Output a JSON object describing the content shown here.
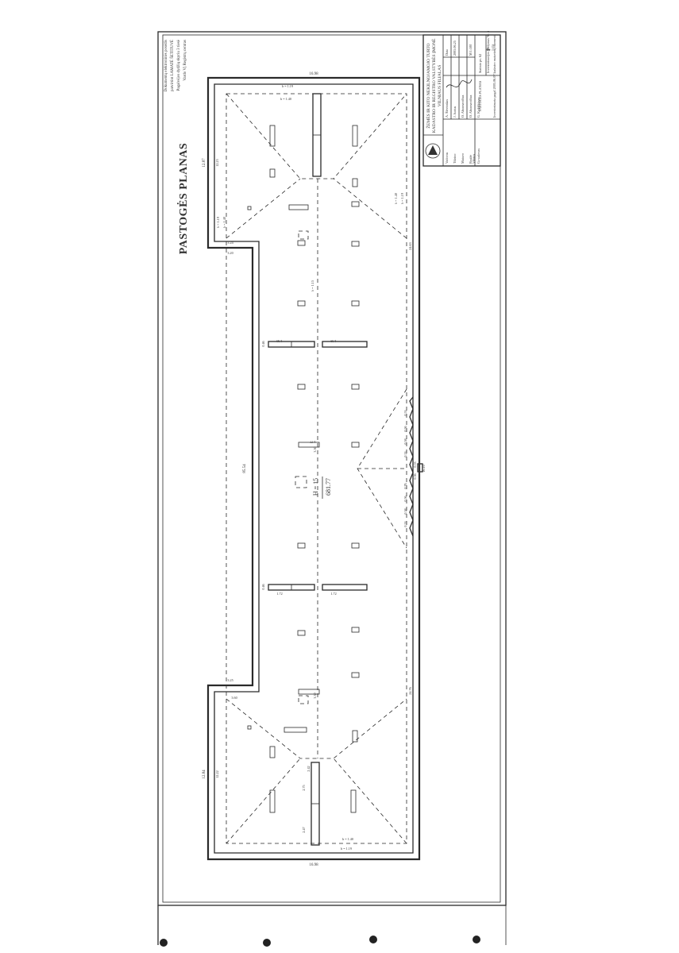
{
  "sheet": {
    "title": "PASTOGĖS PLANAS",
    "corner_number": "4",
    "note_lines": [
      "Dokumentų elektroninės posėdis",
      "patvirtint LAMATĖ ŠETITUVĖ",
      "Pagalvėjos dydžių skyriu 3 tiesė",
      "Vardo Vį Registrų centras"
    ],
    "center_mark": {
      "top": "H = 15",
      "bottom": "681.77"
    }
  },
  "dimensions": {
    "top": "16.98",
    "bottom": "16.98",
    "left_length": "85.54",
    "left_upper": "12.87",
    "left_lower": "12.84",
    "left_inner_upper": "12.23",
    "left_inner_lower": "12.22",
    "notch_upper": "3.20",
    "notch_lower": "3.25",
    "notch_top_depth": "3.24",
    "notch_bottom_depth": "3.60",
    "right_upper": "24.63",
    "right_lower": "24.76",
    "right_middle": "16.10",
    "roof_heights": [
      "h = 1.19",
      "h = 1.40",
      "h = 1.19",
      "h = 1.40",
      "h = 1.19",
      "h = 1.40",
      "h = 1.19",
      "h = 1.40",
      "h = 1.15"
    ],
    "opening_labels": [
      "1.58",
      "1.59",
      "1.72",
      "1.72",
      "0.46",
      "0.46",
      "2.42",
      "2.47",
      "2.75",
      "1.77",
      "3.30",
      "3.30"
    ],
    "bay_dims": [
      "0.53",
      "0.56",
      "0.58",
      "0.53",
      "0.76",
      "0.56",
      "0.58",
      "0.53",
      "0.53",
      "0.56"
    ]
  },
  "title_block": {
    "header_lines": [
      "ŽEMĖS IR KITO NEKILNOJAMOJO TURTO",
      "KADASTRO IR REGISTRO VALSTYBĖS ĮMONĖ",
      "VILNIAUS FILIALAS"
    ],
    "roles": [
      {
        "role": "Vadovas",
        "name": "A. Šlevinskas"
      },
      {
        "role": "Tikrino",
        "name": "J. Jucius"
      },
      {
        "role": "Matavo",
        "name": "O. Abramavičius"
      },
      {
        "role": "Braižė",
        "name": "O. Abramavičius"
      },
      {
        "role": "Gr.vadovas",
        "name": "G. Krikščiūnas"
      }
    ],
    "date_header": "Data",
    "date": "2005.06.25",
    "plan_name": "PASTOGĖS PLANAS",
    "scale": "M 1:100",
    "sheet_no": "1 (5)",
    "location": "Vilnius",
    "object_no": "Statinio pv. 62",
    "doc_code": "Inventorizacijos prašymas Nr. 5",
    "note": "Inventorizuota pagal 2005.06.07 kadastro matavimų duomenis"
  }
}
